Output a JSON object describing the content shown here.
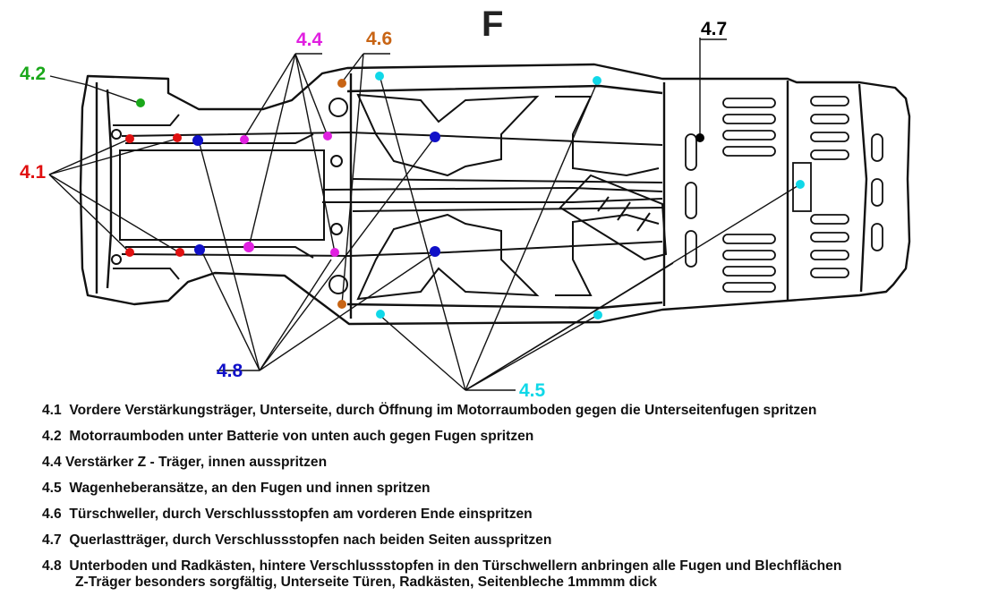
{
  "title": "F",
  "labels": {
    "l41": "4.1",
    "l42": "4.2",
    "l44": "4.4",
    "l45": "4.5",
    "l46": "4.6",
    "l47": "4.7",
    "l48": "4.8"
  },
  "colors": {
    "l41": "#e01010",
    "l42": "#1aa81a",
    "l44": "#e020e0",
    "l45": "#10d8e8",
    "l46": "#c86414",
    "l47": "#000000",
    "l48": "#1010c8",
    "line": "#111111"
  },
  "legend": [
    {
      "code": "4.1",
      "text": "Vordere Verstärkungsträger, Unterseite, durch Öffnung im Motorraumboden gegen die Unterseitenfugen spritzen"
    },
    {
      "code": "4.2",
      "text": "Motorraumboden unter Batterie von unten auch gegen Fugen spritzen"
    },
    {
      "code": "4.4",
      "text": "Verstärker Z - Träger, innen ausspritzen"
    },
    {
      "code": "4.5",
      "text": "Wagenheberansätze, an den Fugen und innen spritzen"
    },
    {
      "code": "4.6",
      "text": "Türschweller, durch Verschlussstopfen am vorderen Ende einspritzen"
    },
    {
      "code": "4.7",
      "text": "Querlastträger, durch Verschlussstopfen nach beiden Seiten ausspritzen"
    },
    {
      "code": "4.8",
      "text": "Unterboden und Radkästen, hintere Verschlussstopfen in den Türschwellern anbringen  alle Fugen und Blechflächen",
      "text2": "Z-Träger besonders sorgfältig, Unterseite Türen, Radkästen, Seitenbleche 1mmmm dick"
    }
  ]
}
